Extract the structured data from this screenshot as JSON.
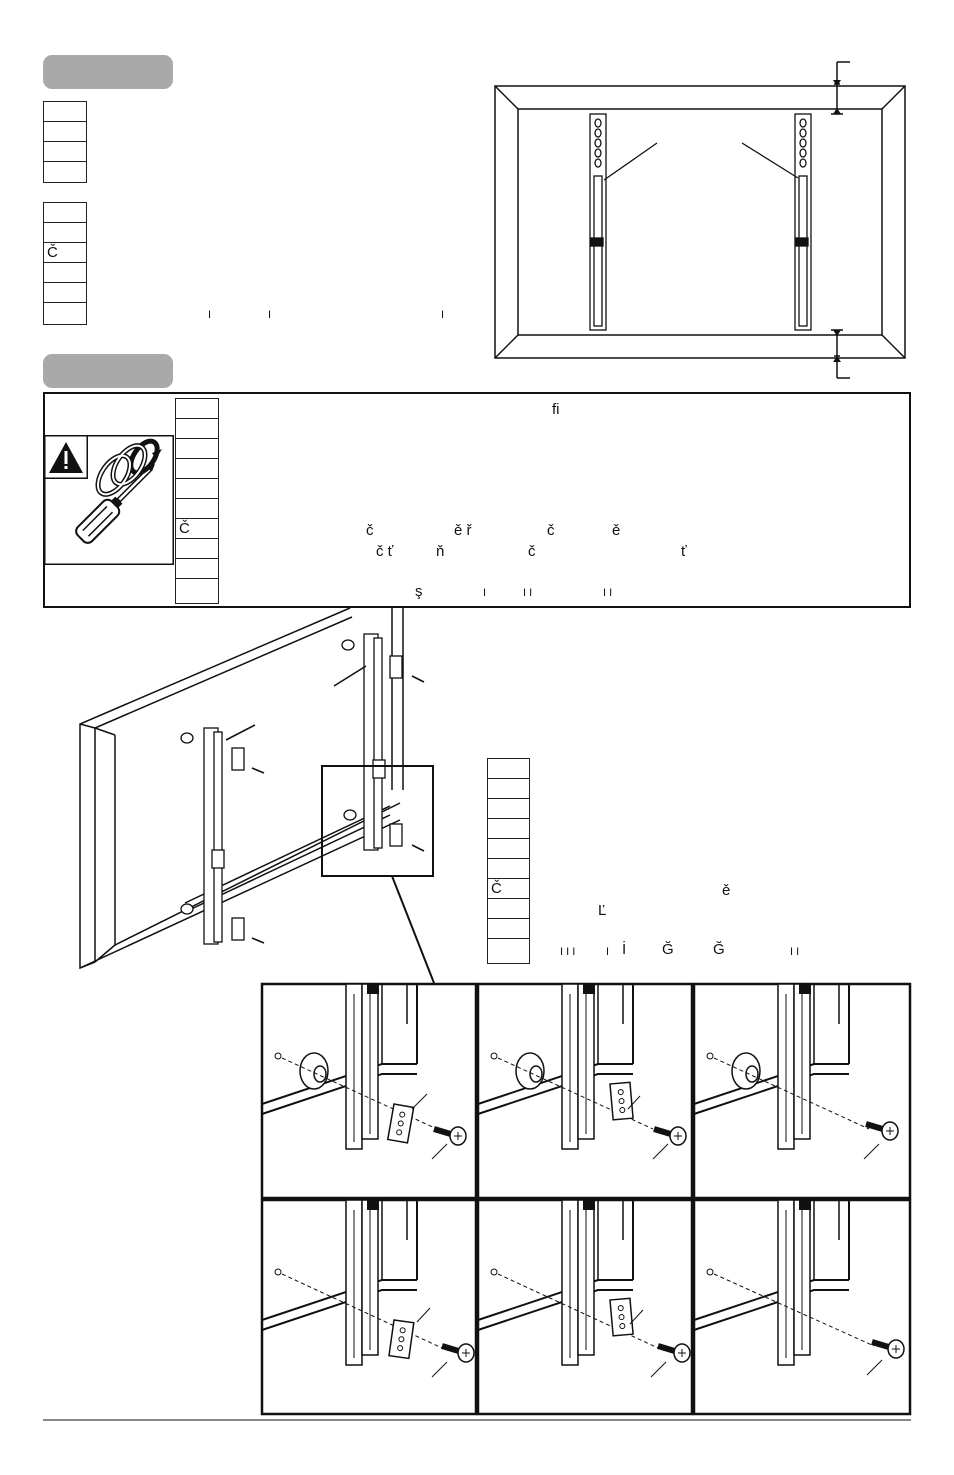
{
  "step1": {
    "badge": "",
    "lang_top": [
      "",
      "",
      "",
      ""
    ],
    "lang_bottom": [
      "",
      "",
      "Č",
      "",
      "",
      ""
    ],
    "ticks": [
      "I",
      "I",
      "I"
    ]
  },
  "step2": {
    "badge": "",
    "warning_icon": "warning-triangle-icon",
    "tool_icon": "screwdriver-icon",
    "lang": [
      "",
      "",
      "",
      "",
      "",
      "",
      "Č",
      "",
      "",
      ""
    ],
    "fragments": {
      "fi": "fi",
      "r6a": "č",
      "r6b": "ě ř",
      "r6c": "č",
      "r6d": "ě",
      "r7a": "č ť",
      "r7b": "ň",
      "r7c": "č",
      "r7d": "ť",
      "r9a": "ş",
      "r9b": "I",
      "r9c": "I I",
      "r9d": "I I"
    }
  },
  "step3": {
    "lang": [
      "",
      "",
      "",
      "",
      "",
      "",
      "Č",
      "",
      "",
      ""
    ],
    "fragments": {
      "r6a": "ě",
      "r7a": "Ľ",
      "r9a": "I I I",
      "r9b": "I",
      "r9c": "İ",
      "r9d": "Ğ",
      "r9e": "Ğ",
      "r9f": "I I"
    }
  }
}
